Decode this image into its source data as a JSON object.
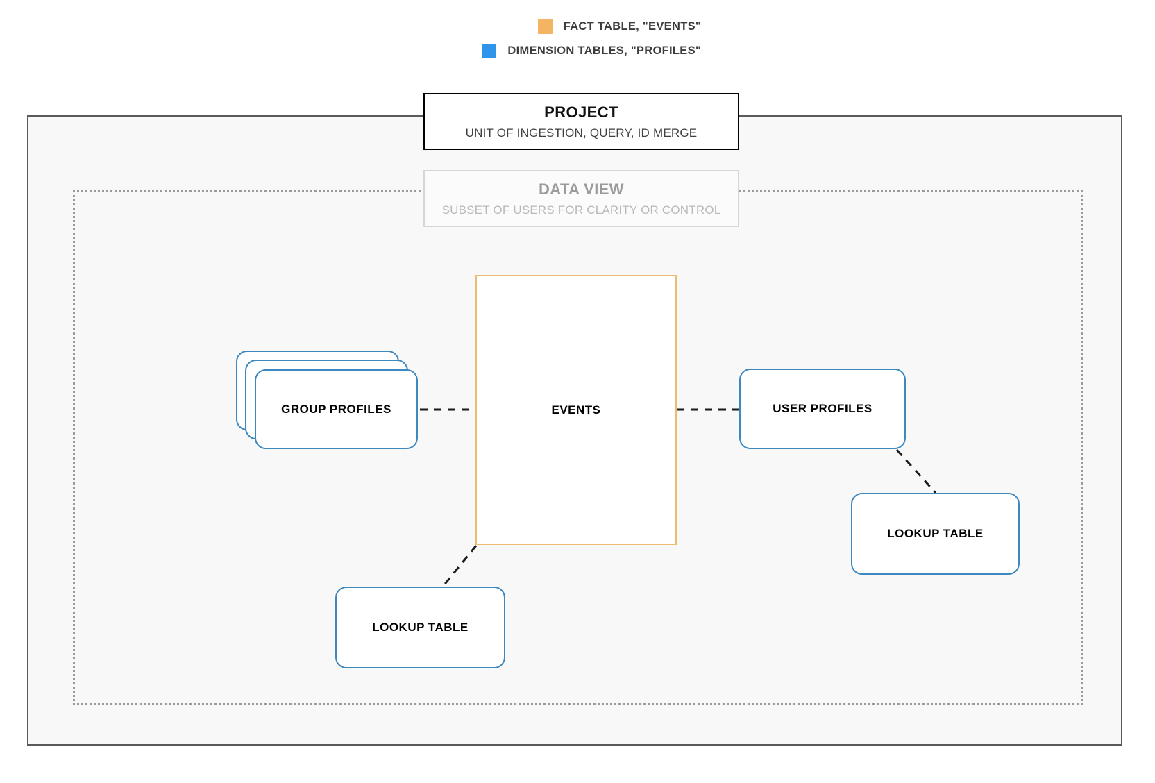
{
  "legend": {
    "items": [
      {
        "label": "FACT TABLE, \"EVENTS\"",
        "color": "#f5b364",
        "icon": "orange-square-swatch"
      },
      {
        "label": "DIMENSION TABLES, \"PROFILES\"",
        "color": "#2f95ea",
        "icon": "blue-square-swatch"
      }
    ]
  },
  "project": {
    "title": "PROJECT",
    "subtitle": "UNIT OF INGESTION, QUERY, ID MERGE",
    "border_color": "#000000"
  },
  "data_view": {
    "title": "DATA VIEW",
    "subtitle": "SUBSET OF USERS FOR CLARITY OR CONTROL",
    "border_color": "#d6d6d6",
    "text_color": "#9b9b9b"
  },
  "nodes": {
    "events": {
      "label": "EVENTS",
      "color": "#eebb72",
      "kind": "fact-table"
    },
    "group_profiles": {
      "label": "GROUP PROFILES",
      "color": "#3d88bf",
      "kind": "dimension-table-stack",
      "stack_count": 3
    },
    "user_profiles": {
      "label": "USER PROFILES",
      "color": "#3d88bf",
      "kind": "dimension-table"
    },
    "lookup_right": {
      "label": "LOOKUP TABLE",
      "color": "#3d88bf",
      "kind": "dimension-table"
    },
    "lookup_left": {
      "label": "LOOKUP TABLE",
      "color": "#3d88bf",
      "kind": "dimension-table"
    }
  },
  "connectors": [
    {
      "from": "group_profiles",
      "to": "events",
      "style": "dashed"
    },
    {
      "from": "events",
      "to": "user_profiles",
      "style": "dashed"
    },
    {
      "from": "user_profiles",
      "to": "lookup_right",
      "style": "dashed"
    },
    {
      "from": "events",
      "to": "lookup_left",
      "style": "dashed"
    }
  ],
  "frames": {
    "project_frame": {
      "fill": "#f8f8f8",
      "border": "#5a5a5a",
      "style": "solid"
    },
    "data_view_frame": {
      "border": "#9a9a9a",
      "style": "dotted"
    }
  }
}
